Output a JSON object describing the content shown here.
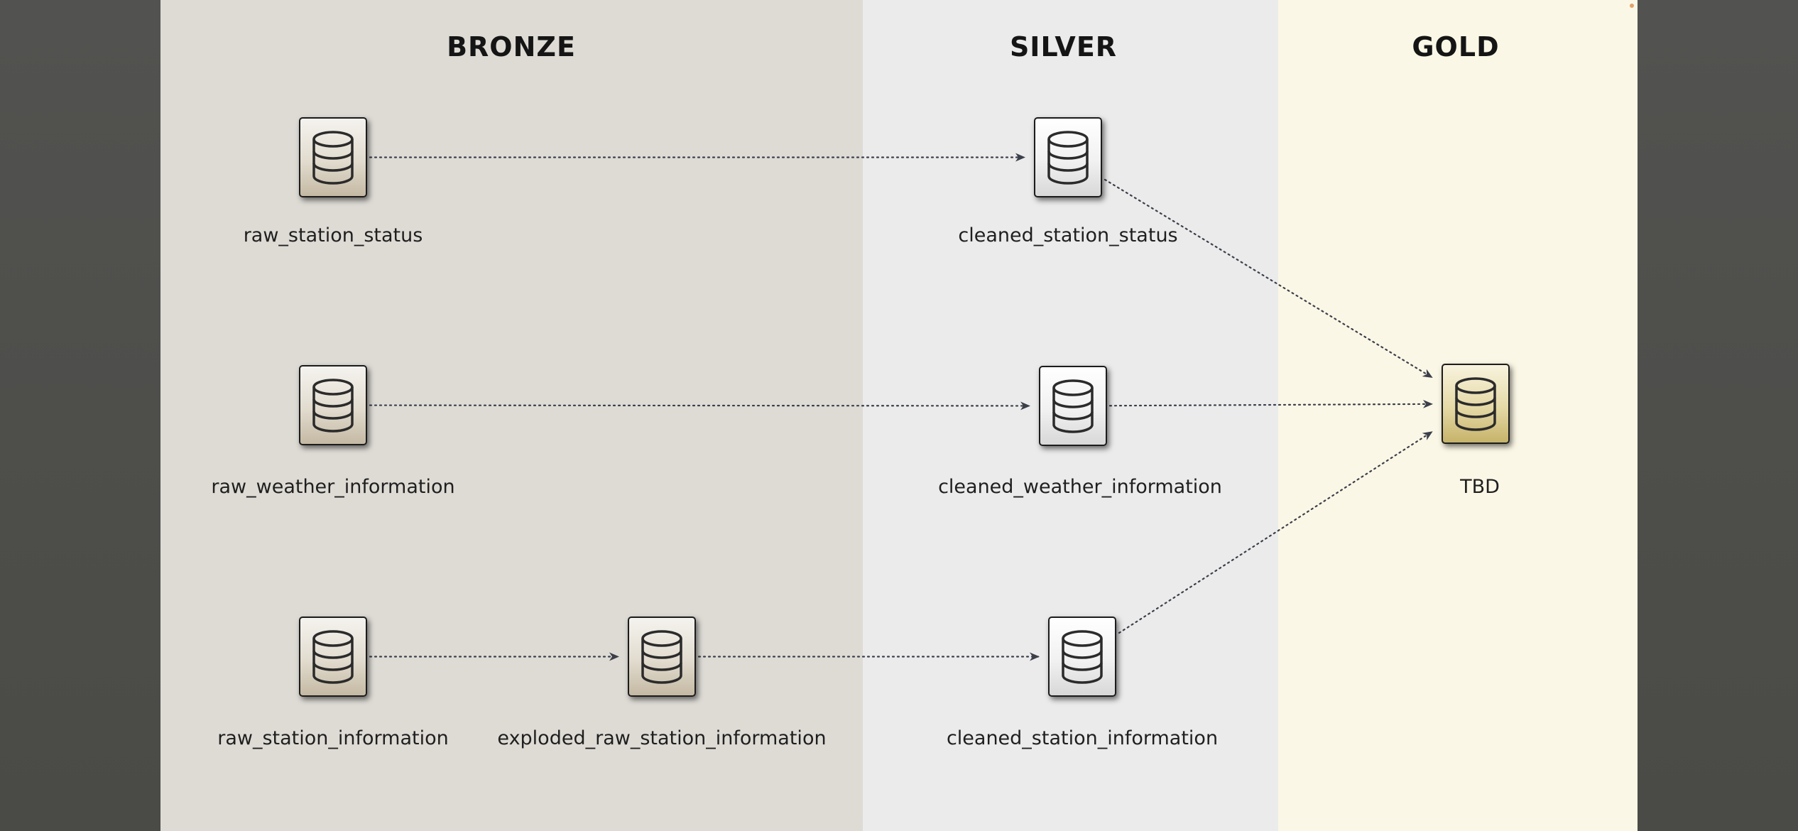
{
  "layers": {
    "bronze": {
      "title": "BRONZE"
    },
    "silver": {
      "title": "SILVER"
    },
    "gold": {
      "title": "GOLD"
    }
  },
  "nodes": {
    "raw_station_status": {
      "label": "raw_station_status",
      "icon": "database-icon",
      "layer": "bronze"
    },
    "raw_weather_information": {
      "label": "raw_weather_information",
      "icon": "database-icon",
      "layer": "bronze"
    },
    "raw_station_information": {
      "label": "raw_station_information",
      "icon": "database-icon",
      "layer": "bronze"
    },
    "exploded_raw_station_information": {
      "label": "exploded_raw_station_information",
      "icon": "database-icon",
      "layer": "bronze"
    },
    "cleaned_station_status": {
      "label": "cleaned_station_status",
      "icon": "database-icon",
      "layer": "silver"
    },
    "cleaned_weather_information": {
      "label": "cleaned_weather_information",
      "icon": "database-icon",
      "layer": "silver"
    },
    "cleaned_station_information": {
      "label": "cleaned_station_information",
      "icon": "database-icon",
      "layer": "silver"
    },
    "tbd": {
      "label": "TBD",
      "icon": "database-icon",
      "layer": "gold"
    }
  },
  "edges": [
    {
      "from": "raw_station_status",
      "to": "cleaned_station_status"
    },
    {
      "from": "raw_weather_information",
      "to": "cleaned_weather_information"
    },
    {
      "from": "raw_station_information",
      "to": "exploded_raw_station_information"
    },
    {
      "from": "exploded_raw_station_information",
      "to": "cleaned_station_information"
    },
    {
      "from": "cleaned_station_status",
      "to": "tbd"
    },
    {
      "from": "cleaned_weather_information",
      "to": "tbd"
    },
    {
      "from": "cleaned_station_information",
      "to": "tbd"
    }
  ],
  "colors": {
    "bronze_bg": "#dedbd5",
    "silver_bg": "#ebebeb",
    "gold_bg": "#fbf7e6",
    "connector": "#3b3f4a",
    "frame": "#4f4f4b"
  }
}
